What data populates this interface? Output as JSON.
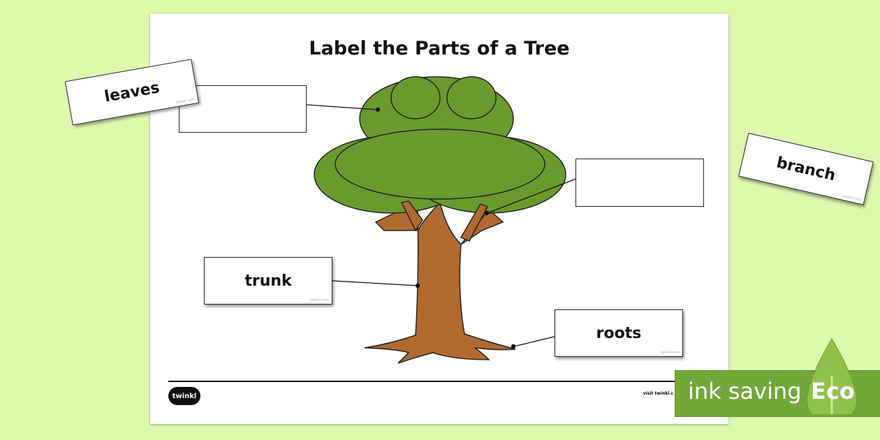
{
  "worksheet": {
    "title": "Label the Parts of a Tree",
    "footer_text": "visit twinkl.c",
    "logo": "twinkl"
  },
  "cards": [
    {
      "label": "leaves",
      "watermark": "twinkl.com"
    },
    {
      "label": "branch",
      "watermark": "twinkl.com"
    },
    {
      "label": "trunk",
      "watermark": "twinkl.com"
    },
    {
      "label": "roots",
      "watermark": "twinkl.com"
    }
  ],
  "badge": {
    "text": "ink saving",
    "eco": "Eco"
  },
  "colors": {
    "background": "#def8ae",
    "leaves": "#6a9a2e",
    "trunk": "#b06a30",
    "badge": "#72a83a"
  }
}
